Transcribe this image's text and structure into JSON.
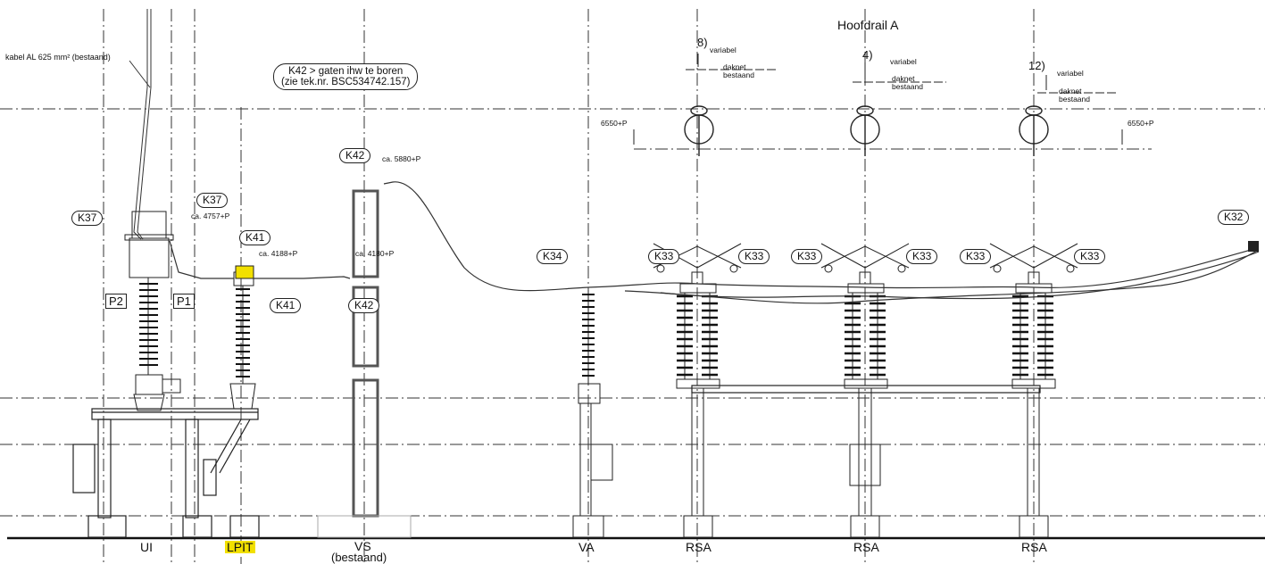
{
  "top_note": "kabel AL 625 mm² (bestaand)",
  "header": {
    "title": "Hoofdrail A"
  },
  "callout": {
    "line1": "K42 > gaten ihw te boren",
    "line2": "(zie tek.nr. BSC534742.157)"
  },
  "tags": {
    "k37_left": "K37",
    "k37_right": "K37",
    "k41_top": "K41",
    "k41_bottom": "K41",
    "k42_top": "K42",
    "k42_bottom": "K42",
    "k34": "K34",
    "k33": "K33",
    "k32": "K32"
  },
  "phase_labels": {
    "p2": "P2",
    "p1": "P1"
  },
  "heights": {
    "k37": "ca. 4757+P",
    "k41": "ca. 4188+P",
    "k42_low": "ca. 4180+P",
    "k42_high": "ca. 5880+P",
    "level_left": "6550+P",
    "level_right": "6550+P"
  },
  "notes": {
    "n8": "8)",
    "n4": "4)",
    "n12": "12)",
    "variabel": "variabel",
    "daknet": "daknet",
    "bestaand": "bestaand"
  },
  "bottom_labels": {
    "ui": "UI",
    "lpit": "LPIT",
    "vs": "VS",
    "vs_sub": "(bestaand)",
    "va": "VA",
    "rsa": "RSA"
  },
  "colors": {
    "highlight": "#f2e000",
    "line": "#222222"
  }
}
